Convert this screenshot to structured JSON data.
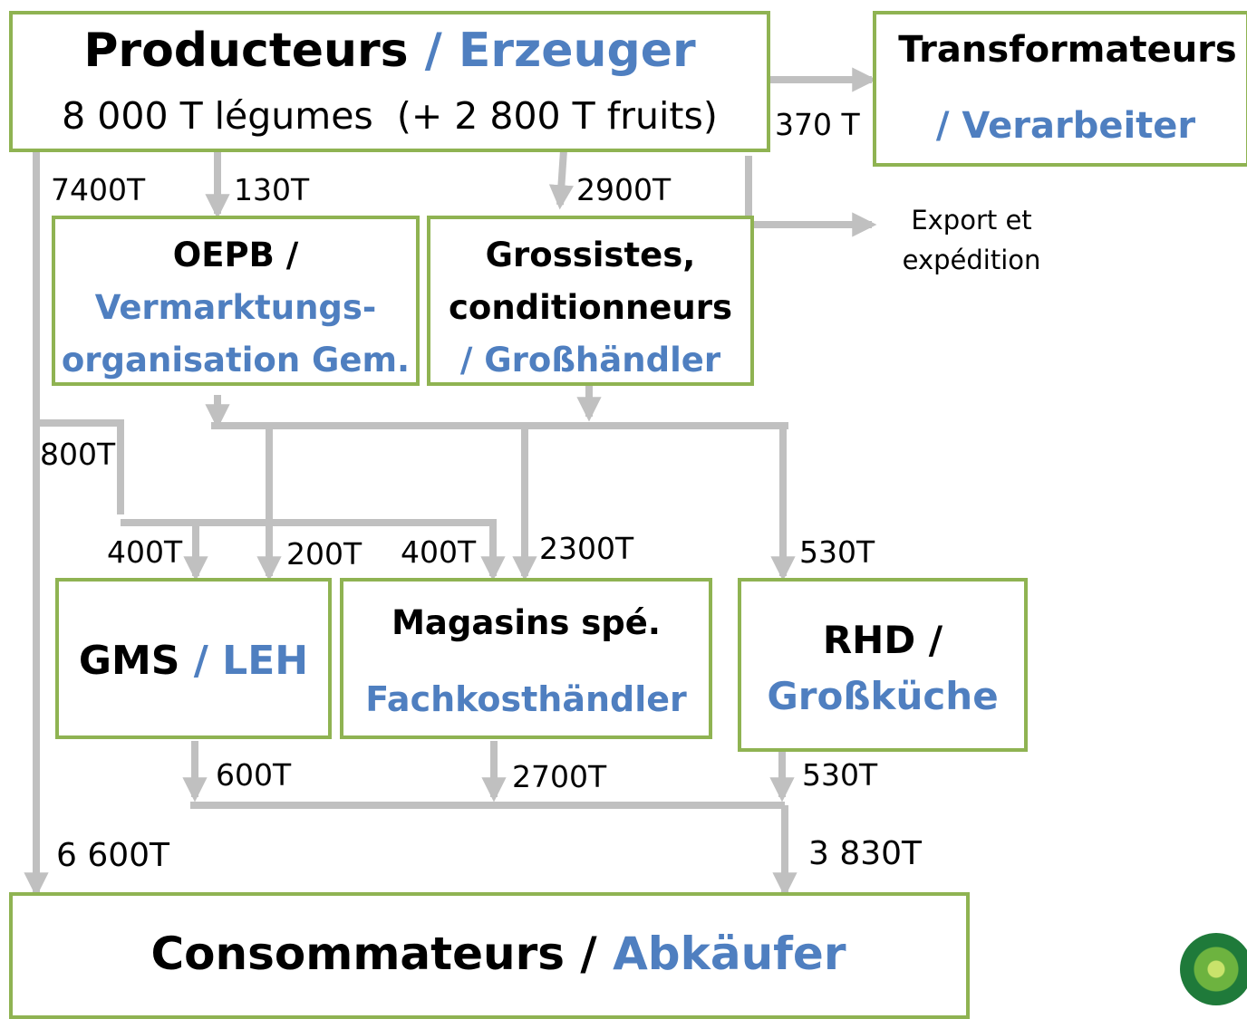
{
  "nodes": {
    "producteurs": {
      "title_fr": "Producteurs",
      "title_de": "/ Erzeuger",
      "subtitle": "8 000 T légumes  (+ 2 800 T fruits)"
    },
    "transformateurs": {
      "title_fr": "Transformateurs",
      "title_de": "/ Verarbeiter"
    },
    "export": {
      "line1": "Export et",
      "line2": "expédition"
    },
    "oepb": {
      "title_fr": "OEPB /",
      "title_de_1": "Vermarktungs-",
      "title_de_2": "organisation Gem."
    },
    "grossistes": {
      "title_fr_1": "Grossistes,",
      "title_fr_2": "conditionneurs",
      "title_de": "/ Großhändler"
    },
    "gms": {
      "title_fr": "GMS",
      "title_de": "/ LEH"
    },
    "magasins": {
      "title_fr": "Magasins spé.",
      "title_de": "Fachkosthändler"
    },
    "rhd": {
      "title_fr": "RHD /",
      "title_de": "Großküche"
    },
    "consommateurs": {
      "title_fr": "Consommateurs /",
      "title_de": "Abkäufer"
    }
  },
  "flows": {
    "to_transformateurs": "370 T",
    "direct_total": "7400T",
    "to_oepb": "130T",
    "to_grossistes": "2900T",
    "direct_to_gms_split": "800T",
    "direct_to_gms": "400T",
    "oepb_to_gms": "200T",
    "direct_to_magasins": "400T",
    "grossistes_to_magasins": "2300T",
    "to_rhd": "530T",
    "gms_out": "600T",
    "magasins_out": "2700T",
    "rhd_out": "530T",
    "direct_to_consumers": "6 600T",
    "retail_to_consumers": "3 830T"
  },
  "colors": {
    "box_border": "#8fb352",
    "arrow": "#c0c0c0",
    "german_text": "#4f7fc0"
  }
}
